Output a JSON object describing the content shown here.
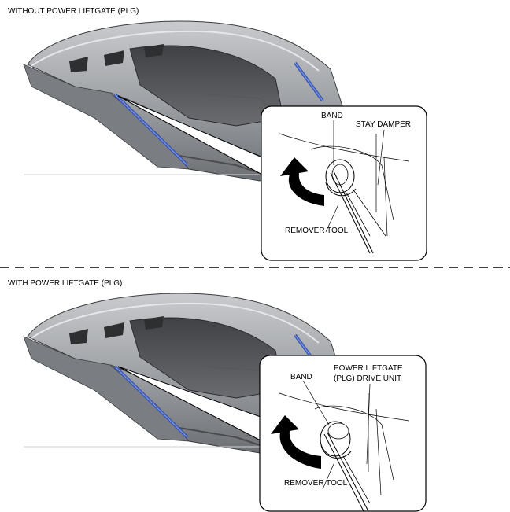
{
  "sections": [
    {
      "title": "WITHOUT POWER LIFTGATE (PLG)",
      "callouts": {
        "band": "BAND",
        "part": "STAY DAMPER",
        "tool": "REMOVER TOOL"
      }
    },
    {
      "title": "WITH POWER LIFTGATE (PLG)",
      "callouts": {
        "band": "BAND",
        "part_line1": "POWER LIFTGATE",
        "part_line2": "(PLG) DRIVE UNIT",
        "tool": "REMOVER TOOL"
      }
    }
  ],
  "colors": {
    "gate_body": "#a9abae",
    "gate_shadow": "#6f7276",
    "glass": "#4d4f52",
    "strut": "#3a58b8",
    "arrow": "#000000"
  },
  "icons": [
    "rotation-arrow-icon",
    "remover-tool-icon"
  ]
}
